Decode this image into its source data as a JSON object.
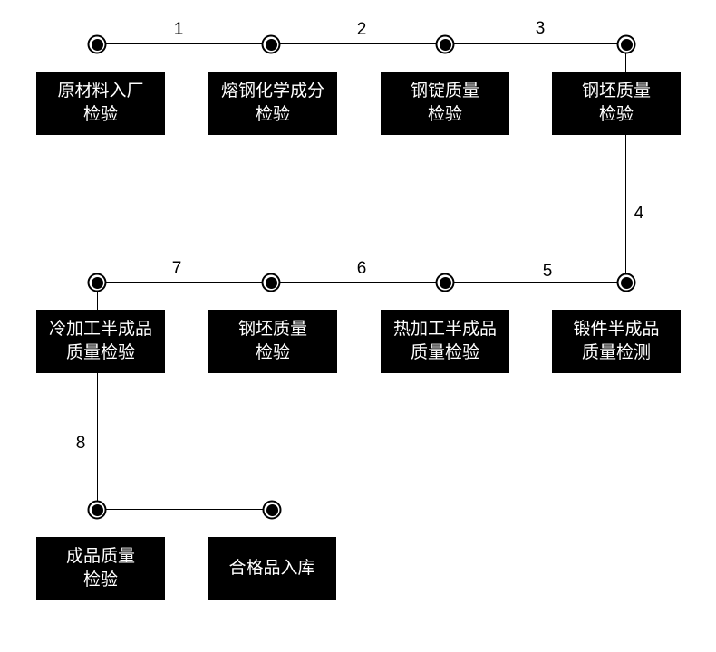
{
  "diagram": {
    "boxes": [
      {
        "id": "raw-material-entry-inspection",
        "label": "原材料入厂\n检验"
      },
      {
        "id": "molten-steel-chemical-inspection",
        "label": "熔钢化学成分\n检验"
      },
      {
        "id": "steel-ingot-quality-inspection",
        "label": "钢锭质量\n检验"
      },
      {
        "id": "steel-billet-quality-inspection-1",
        "label": "钢坯质量\n检验"
      },
      {
        "id": "cold-work-semi-product-inspection",
        "label": "冷加工半成品\n质量检验"
      },
      {
        "id": "steel-billet-quality-inspection-2",
        "label": "钢坯质量\n检验"
      },
      {
        "id": "hot-work-semi-product-inspection",
        "label": "热加工半成品\n质量检验"
      },
      {
        "id": "forging-semi-product-test",
        "label": "锻件半成品\n质量检测"
      },
      {
        "id": "finished-product-quality-inspection",
        "label": "成品质量\n检验"
      },
      {
        "id": "qualified-product-storage",
        "label": "合格品入库"
      }
    ],
    "edge_labels": [
      "1",
      "2",
      "3",
      "4",
      "5",
      "6",
      "7",
      "8"
    ],
    "colors": {
      "background": "#ffffff",
      "line": "#000000",
      "box_bg": "#000000",
      "box_text": "#ffffff",
      "node_fill": "#000000",
      "node_gap": "#ffffff"
    }
  }
}
